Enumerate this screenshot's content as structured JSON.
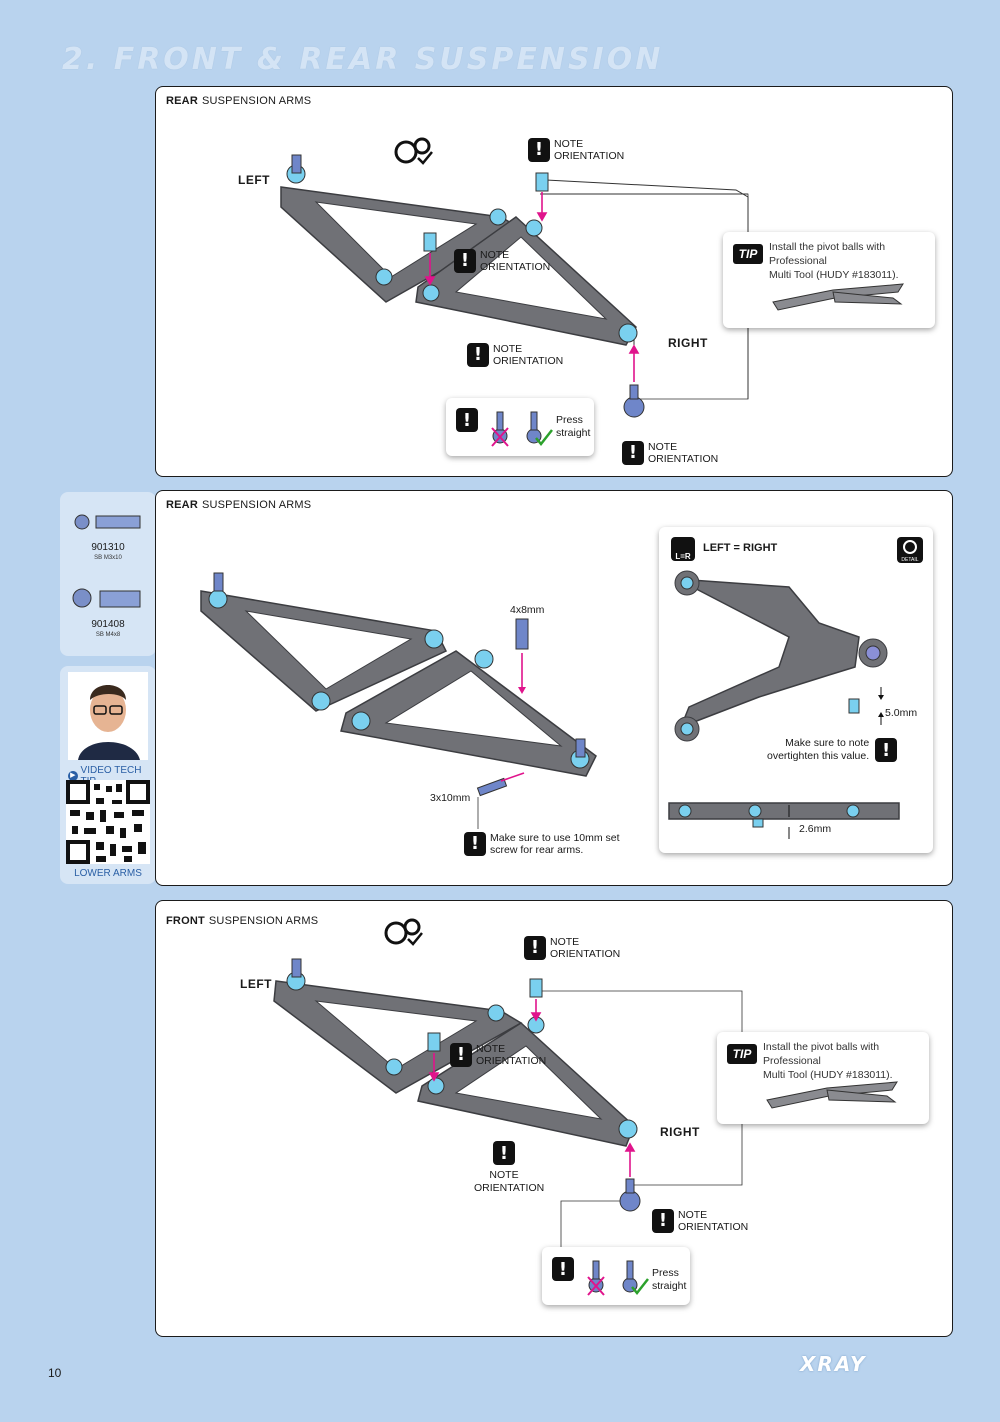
{
  "page": {
    "title": "2. FRONT & REAR SUSPENSION",
    "number": "10",
    "brand": "XRAY"
  },
  "panel1": {
    "title_prefix": "REAR",
    "title_rest": "SUSPENSION ARMS",
    "left_label": "LEFT",
    "right_label": "RIGHT",
    "note_label_1": "NOTE",
    "note_label_2": "ORIENTATION",
    "tip_badge": "TIP",
    "tip_text_1": "Install the pivot balls with Professional",
    "tip_text_2": "Multi Tool (HUDY #183011).",
    "press_1": "Press",
    "press_2": "straight"
  },
  "panel2": {
    "title_prefix": "REAR",
    "title_rest": "SUSPENSION ARMS",
    "spacer_label": "4x8mm",
    "screw_label": "3x10mm",
    "screw_note_1": "Make sure to use 10mm set",
    "screw_note_2": "screw for rear arms.",
    "detail_title": "LEFT = RIGHT",
    "lr_badge": "L=R",
    "detail_badge": "DETAIL",
    "dim_1": "5.0mm",
    "dim_2": "2.6mm",
    "detail_note_1": "Make sure to note",
    "detail_note_2": "overtighten this value."
  },
  "sidebar": {
    "part1_num": "901310",
    "part1_desc": "SB M3x10",
    "part2_num": "901408",
    "part2_desc": "SB M4x8",
    "video_label": "VIDEO TECH TIP",
    "video_topic": "LOWER ARMS"
  },
  "panel3": {
    "title_prefix": "FRONT",
    "title_rest": "SUSPENSION ARMS",
    "left_label": "LEFT",
    "right_label": "RIGHT",
    "note_label_1": "NOTE",
    "note_label_2": "ORIENTATION",
    "tip_badge": "TIP",
    "tip_text_1": "Install the pivot balls with Professional",
    "tip_text_2": "Multi Tool (HUDY #183011).",
    "press_1": "Press",
    "press_2": "straight"
  },
  "colors": {
    "background": "#b9d3ee",
    "arm_grey": "#6e6f73",
    "ball_blue": "#6f86c9",
    "bushing_cyan": "#7ad0ef",
    "arrow_magenta": "#e0148c"
  }
}
